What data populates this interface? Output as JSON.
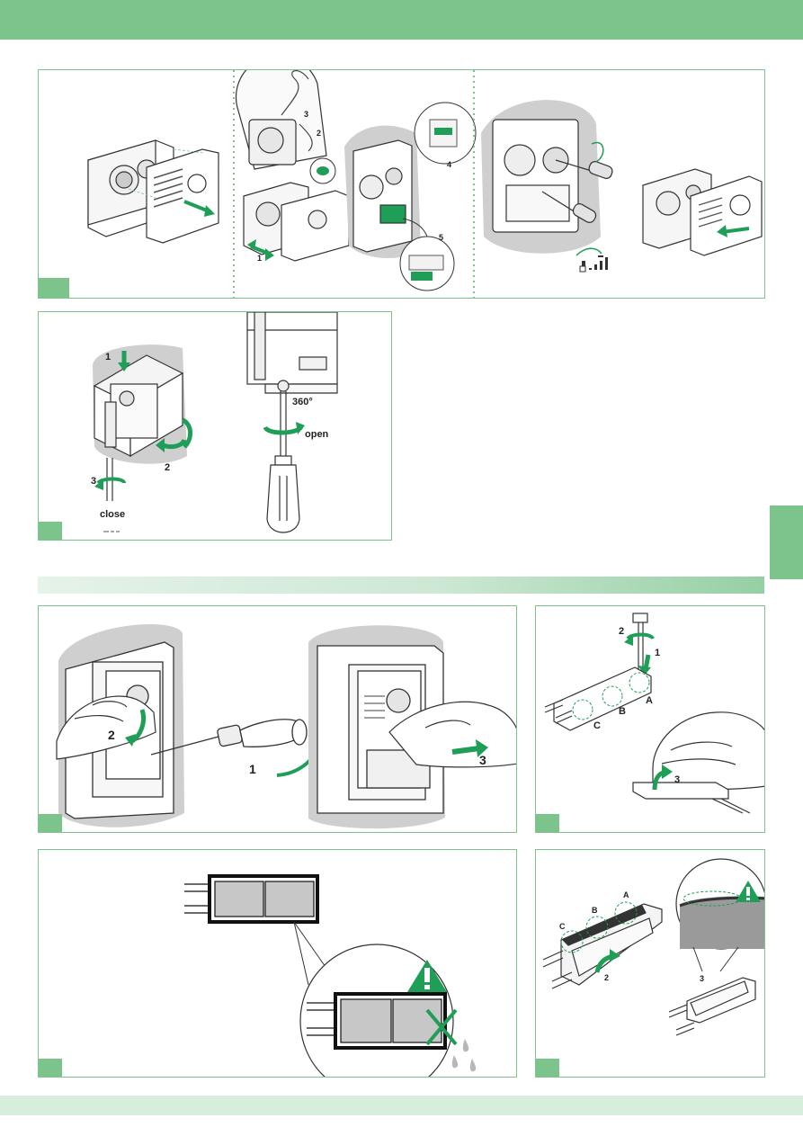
{
  "colors": {
    "brand_green": "#7cc48c",
    "light_green": "#d8eedd",
    "arrow_green": "#1f9e57",
    "shade_gray": "#cfcfcf"
  },
  "panel_a": {
    "step_2": "2",
    "step_3": "3",
    "step_1": "1",
    "step_4": "4",
    "step_5": "5"
  },
  "panel_b": {
    "step_1": "1",
    "step_2": "2",
    "step_3": "3",
    "close_label": "close",
    "angle_label": "360°",
    "open_label": "open"
  },
  "panel_c": {
    "step_2": "2",
    "step_1": "1",
    "step_3": "3"
  },
  "panel_d": {
    "step_2": "2",
    "step_1": "1",
    "mark_a": "A",
    "mark_b": "B",
    "mark_c": "C",
    "step_3": "3"
  },
  "panel_f": {
    "mark_a": "A",
    "mark_b": "B",
    "mark_c": "C",
    "step_2": "2",
    "step_3": "3"
  },
  "icons": [
    "warning-icon",
    "cross-icon",
    "water-drop-icon",
    "screwdriver-icon",
    "hand-icon",
    "rotate-arrow-icon"
  ]
}
